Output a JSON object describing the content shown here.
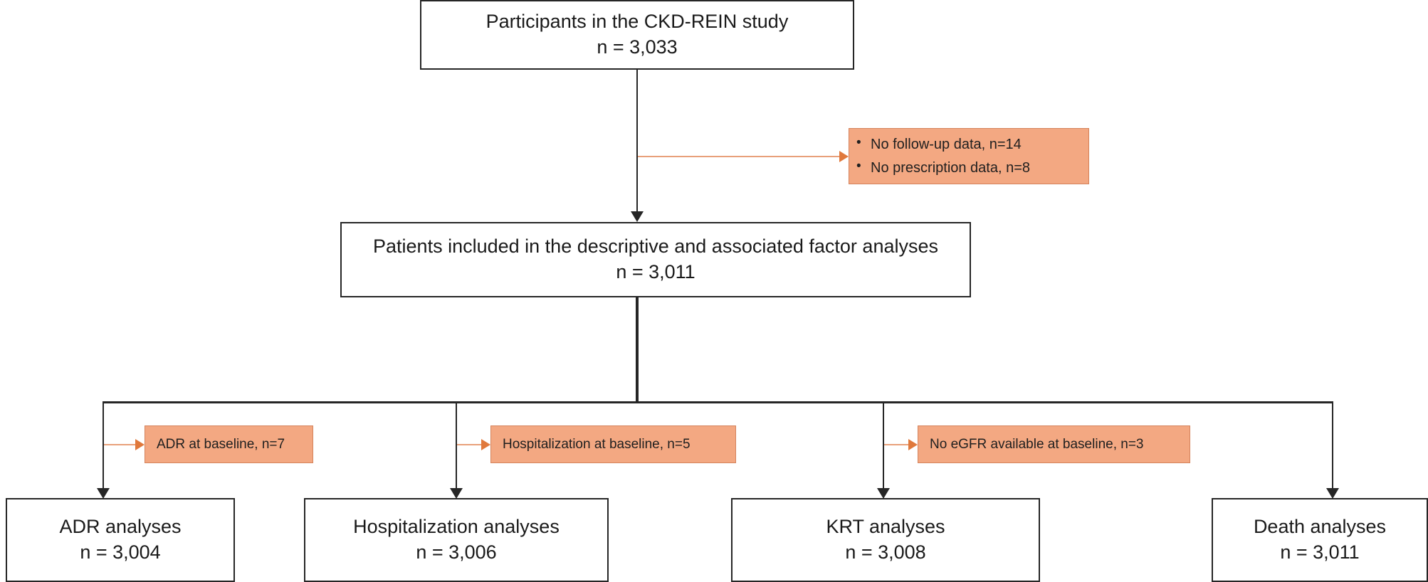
{
  "diagram": {
    "type": "flowchart",
    "title": "CKD-REIN study participant flow",
    "accent_orange_fill": "#F3A882",
    "accent_orange_border": "#D4835C",
    "accent_orange_arrow": "#E0793C",
    "line_color": "#262626",
    "background": "#FFFFFF"
  },
  "nodes": {
    "enrollment": {
      "title": "Participants in the CKD-REIN study",
      "count": "n = 3,033"
    },
    "included": {
      "title": "Patients included in the descriptive and associated factor analyses",
      "count": "n = 3,011"
    },
    "adr": {
      "title": "ADR analyses",
      "count": "n = 3,004"
    },
    "hospitalization": {
      "title": "Hospitalization analyses",
      "count": "n = 3,006"
    },
    "krt": {
      "title": "KRT analyses",
      "count": "n = 3,008"
    },
    "death": {
      "title": "Death analyses",
      "count": "n = 3,011"
    }
  },
  "exclusions": {
    "top": {
      "items": [
        "No follow-up  data, n=14",
        "No prescription  data, n=8"
      ]
    },
    "adr": {
      "text": "ADR at baseline, n=7"
    },
    "hospitalization": {
      "text": "Hospitalization at baseline, n=5"
    },
    "krt": {
      "text": "No eGFR available at baseline, n=3"
    }
  }
}
